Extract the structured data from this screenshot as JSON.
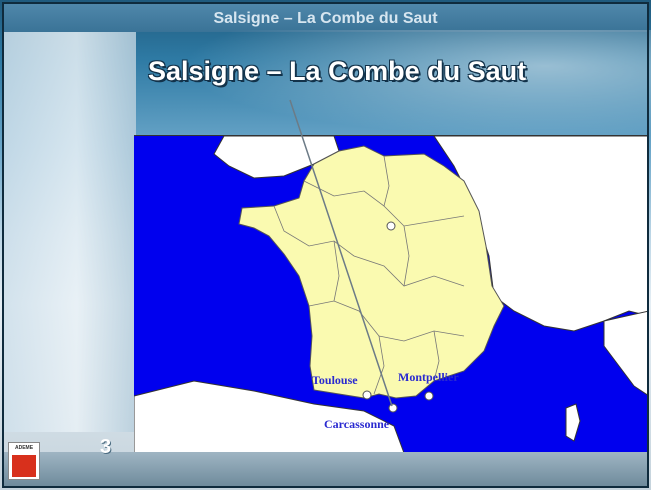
{
  "header": {
    "title": "Salsigne – La Combe du Saut"
  },
  "slide": {
    "title": "Salsigne – La Combe du Saut",
    "page_number": "3"
  },
  "logo": {
    "text": "ADEME"
  },
  "map": {
    "cities": [
      {
        "name": "Toulouse"
      },
      {
        "name": "Montpellier"
      },
      {
        "name": "Carcassonne"
      }
    ]
  },
  "colors": {
    "sea": "#0000ee",
    "france": "#fafab0",
    "neighbors": "#ffffff",
    "label": "#2a2ad0"
  }
}
